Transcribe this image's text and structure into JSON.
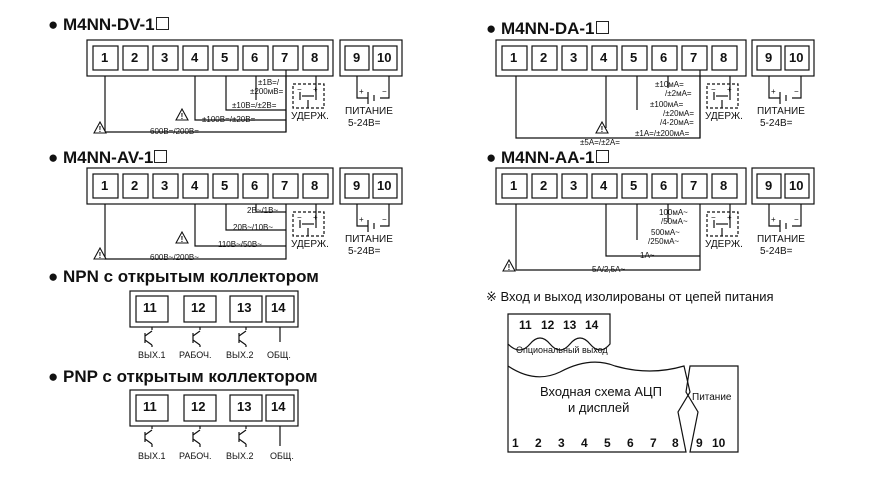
{
  "sections": {
    "dv": {
      "title": "M4NN-DV-1",
      "range1": "±1В=/",
      "range1b": "±200мВ=",
      "range2": "±10В=/±2В=",
      "range3": "±100В=/±20В=",
      "range4": "600В=/200В=",
      "hold": "УДЕРЖ.",
      "power": "ПИТАНИЕ",
      "power_v": "5-24В="
    },
    "da": {
      "title": "M4NN-DA-1",
      "range1": "±10мА=",
      "range1b": "/±2мА=",
      "range2": "±100мА=",
      "range2b": "/±20мА=",
      "range2c": "/4-20мА=",
      "range3": "±1А=/±200мА=",
      "range4": "±5А=/±2А=",
      "hold": "УДЕРЖ.",
      "power": "ПИТАНИЕ",
      "power_v": "5-24В="
    },
    "av": {
      "title": "M4NN-AV-1",
      "range1": "2В~/1В~",
      "range2": "20В~/10В~",
      "range3": "110В~/50В~",
      "range4": "600В~/200В~",
      "hold": "УДЕРЖ.",
      "power": "ПИТАНИЕ",
      "power_v": "5-24В="
    },
    "aa": {
      "title": "M4NN-AA-1",
      "range1": "100мА~",
      "range1b": "/50мА~",
      "range2": "500мА~",
      "range2b": "/250мА~",
      "range3": "1А~",
      "range4": "5А/2,5А~",
      "hold": "УДЕРЖ.",
      "power": "ПИТАНИЕ",
      "power_v": "5-24В="
    },
    "npn": {
      "title": "NPN с открытым коллектором",
      "out1": "ВЫХ.1",
      "work": "РАБОЧ.",
      "out2": "ВЫХ.2",
      "com": "ОБЩ."
    },
    "pnp": {
      "title": "PNP с открытым коллектором",
      "out1": "ВЫХ.1",
      "work": "РАБОЧ.",
      "out2": "ВЫХ.2",
      "com": "ОБЩ."
    }
  },
  "terminals_main": [
    "1",
    "2",
    "3",
    "4",
    "5",
    "6",
    "7",
    "8"
  ],
  "terminals_power": [
    "9",
    "10"
  ],
  "terminals_out": [
    "11",
    "12",
    "13",
    "14"
  ],
  "isolation_note": "※ Вход и выход изолированы от цепей питания",
  "block": {
    "top_numbers": [
      "11",
      "12",
      "13",
      "14"
    ],
    "optional_output": "Опциональный выход",
    "adc_line1": "Входная схема АЦП",
    "adc_line2": "и дисплей",
    "power": "Питание",
    "bottom_numbers": [
      "1",
      "2",
      "3",
      "4",
      "5",
      "6",
      "7",
      "8"
    ],
    "power_numbers": [
      "9",
      "10"
    ]
  },
  "bullet": "●",
  "sym": {
    "plus": "+",
    "minus": "−"
  },
  "icons": [
    "warning-triangle-icon",
    "switch-icon",
    "battery-icon",
    "transistor-icon"
  ]
}
